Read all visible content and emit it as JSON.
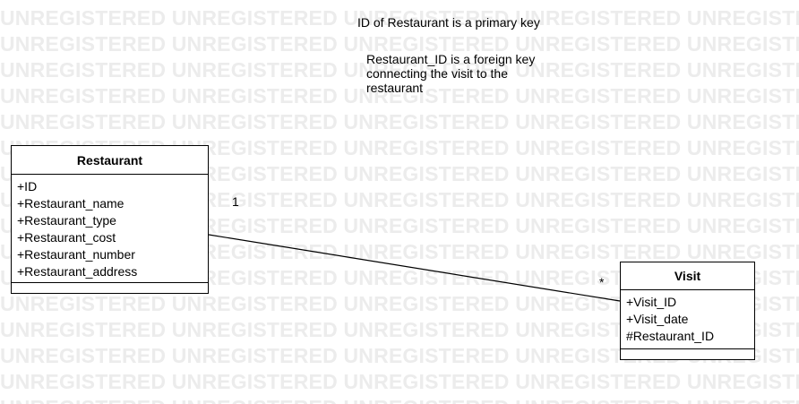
{
  "watermark": {
    "text": "UNREGISTERED"
  },
  "notes": {
    "primary_key_note": "ID of Restaurant is a primary key",
    "foreign_key_note_line1": "Restaurant_ID is a foreign key",
    "foreign_key_note_line2": "connecting the visit to the",
    "foreign_key_note_line3": "restaurant"
  },
  "restaurant": {
    "name": "Restaurant",
    "attributes": [
      "+ID",
      "+Restaurant_name",
      "+Restaurant_type",
      "+Restaurant_cost",
      "+Restaurant_number",
      "+Restaurant_address"
    ]
  },
  "visit": {
    "name": "Visit",
    "attributes": [
      "+Visit_ID",
      "+Visit_date",
      "#Restaurant_ID"
    ]
  },
  "association": {
    "restaurant_multiplicity": "1",
    "visit_multiplicity": "*"
  }
}
